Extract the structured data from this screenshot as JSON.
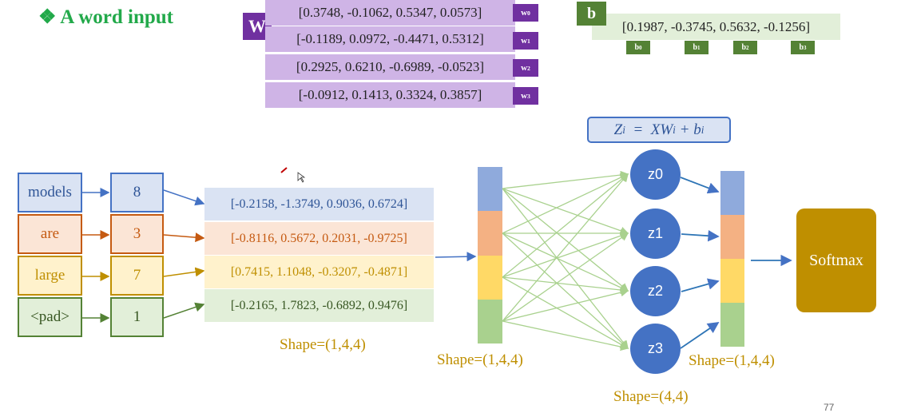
{
  "title": "A word input",
  "title_bullet": "❖",
  "weights": {
    "label": "W",
    "rows": [
      {
        "values": "[0.3748, -0.1062, 0.5347, 0.0573]",
        "tag": "w",
        "tag_sub": "0"
      },
      {
        "values": "[-0.1189, 0.0972, -0.4471, 0.5312]",
        "tag": "w",
        "tag_sub": "1"
      },
      {
        "values": "[0.2925, 0.6210, -0.6989, -0.0523]",
        "tag": "w",
        "tag_sub": "2"
      },
      {
        "values": "[-0.0912, 0.1413, 0.3324, 0.3857]",
        "tag": "w",
        "tag_sub": "3"
      }
    ]
  },
  "bias": {
    "label": "b",
    "values": "[0.1987, -0.3745, 0.5632, -0.1256]",
    "tags": [
      {
        "tag": "b",
        "sub": "0"
      },
      {
        "tag": "b",
        "sub": "1"
      },
      {
        "tag": "b",
        "sub": "2"
      },
      {
        "tag": "b",
        "sub": "3"
      }
    ]
  },
  "formula": {
    "lhs": "Z",
    "lhs_sub": "i",
    "eq": "  =  ",
    "rhs_a": "XW",
    "rhs_a_sub": "i",
    "plus": " + ",
    "rhs_b": "b",
    "rhs_b_sub": "i"
  },
  "tokens": [
    {
      "word": "models",
      "index": "8",
      "embedding": "[-0.2158, -1.3749, 0.9036, 0.6724]"
    },
    {
      "word": "are",
      "index": "3",
      "embedding": "[-0.8116, 0.5672, 0.2031, -0.9725]"
    },
    {
      "word": "large",
      "index": "7",
      "embedding": "[0.7415, 1.1048, -0.3207, -0.4871]"
    },
    {
      "word": "<pad>",
      "index": "1",
      "embedding": "[-0.2165, 1.7823, -0.6892, 0.9476]"
    }
  ],
  "shapes": {
    "embedding": "Shape=(1,4,4)",
    "input": "Shape=(1,4,4)",
    "weights": "Shape=(4,4)",
    "output": "Shape=(1,4,4)"
  },
  "nodes": [
    "z0",
    "z1",
    "z2",
    "z3"
  ],
  "softmax": "Softmax",
  "page_number": "77",
  "colors": {
    "blue": "#4472c4",
    "orange": "#c55a11",
    "gold": "#bf8f00",
    "green": "#548235",
    "purple": "#7030a0",
    "light_green_line": "#a9d18e"
  }
}
